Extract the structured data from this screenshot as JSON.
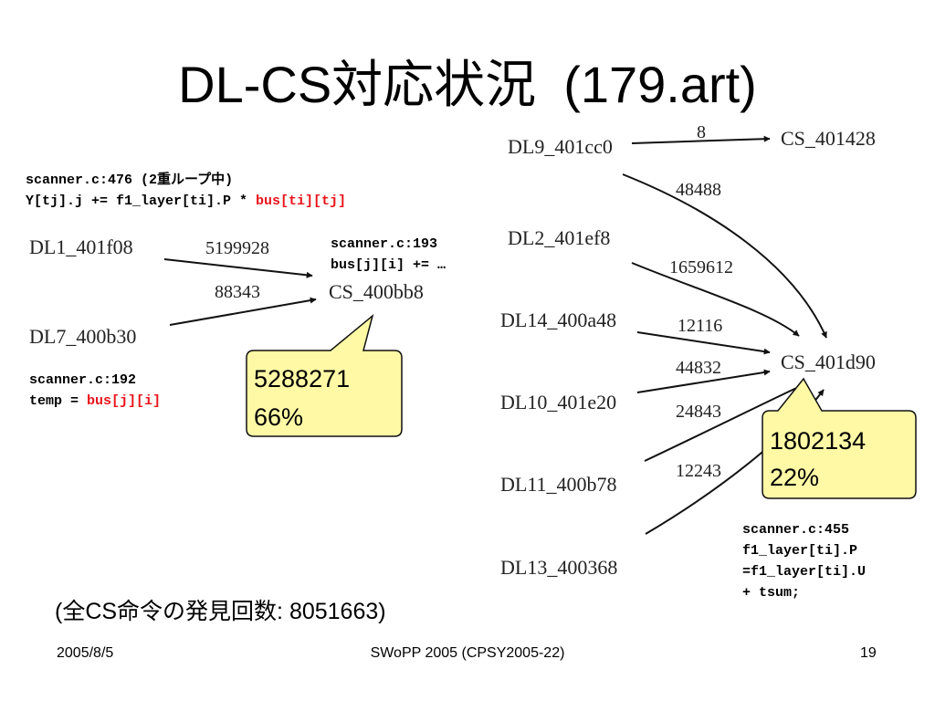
{
  "title": {
    "main": "DL-CS対応状況",
    "sub": "(179.art)"
  },
  "code_blocks": {
    "scanner_476": {
      "line1": "scanner.c:476 (2重ループ中)",
      "line2_prefix": "Y[tj].j += f1_layer[ti].P * ",
      "line2_red": "bus[ti][tj]"
    },
    "scanner_193": {
      "line1": "scanner.c:193",
      "line2": "bus[j][i] += …"
    },
    "scanner_192": {
      "line1": "scanner.c:192",
      "line2_prefix": "temp = ",
      "line2_red": "bus[j][i]"
    },
    "scanner_455": {
      "line1": "scanner.c:455",
      "line2": "f1_layer[ti].P",
      "line3": "=f1_layer[ti].U",
      "line4": "+ tsum;"
    }
  },
  "nodes": {
    "dl9": "DL9_401cc0",
    "cs401428": "CS_401428",
    "dl1": "DL1_401f08",
    "cs400bb8": "CS_400bb8",
    "dl7": "DL7_400b30",
    "dl2": "DL2_401ef8",
    "dl14": "DL14_400a48",
    "cs401d90": "CS_401d90",
    "dl10": "DL10_401e20",
    "dl11": "DL11_400b78",
    "dl13": "DL13_400368"
  },
  "edges": {
    "dl9_cs401428": "8",
    "dl9_cs401d90": "48488",
    "dl1_cs400bb8": "5199928",
    "dl7_cs400bb8": "88343",
    "dl2_cs401d90": "1659612",
    "dl14_cs401d90": "12116",
    "dl10_cs401d90": "44832",
    "dl11_cs401d90": "24843",
    "dl13_cs401d90": "12243"
  },
  "callouts": {
    "left": {
      "count": "5288271",
      "percent": "66%"
    },
    "right": {
      "count": "1802134",
      "percent": "22%"
    }
  },
  "colors": {
    "callout_fill": "#fff9a6",
    "code_red": "#e8141a"
  },
  "summary": "(全CS命令の発見回数: 8051663)",
  "footer": {
    "date": "2005/8/5",
    "center": "SWoPP 2005 (CPSY2005-22)",
    "page": "19"
  }
}
